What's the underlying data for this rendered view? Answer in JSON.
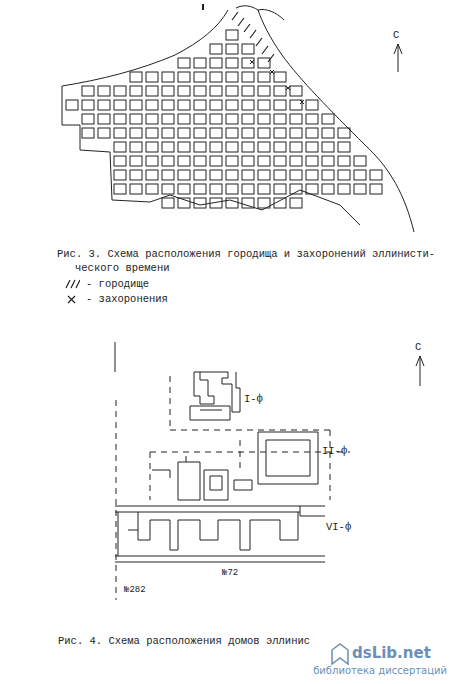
{
  "diagram": {
    "labels": [
      "С",
      "Рис. 3. Схема расположения городища и захоронений эллинисти- ческого времени",
      "С",
      "I-ф",
      "II-ф",
      "VI-ф",
      "№72",
      "№282",
      "Рис. 4. Схема расположения домов эллинис",
      "dsLib.net",
      "библиотека диссертаций"
    ],
    "legend": [
      {
        "text": "- городище"
      },
      {
        "text": "- захоронения"
      }
    ]
  }
}
